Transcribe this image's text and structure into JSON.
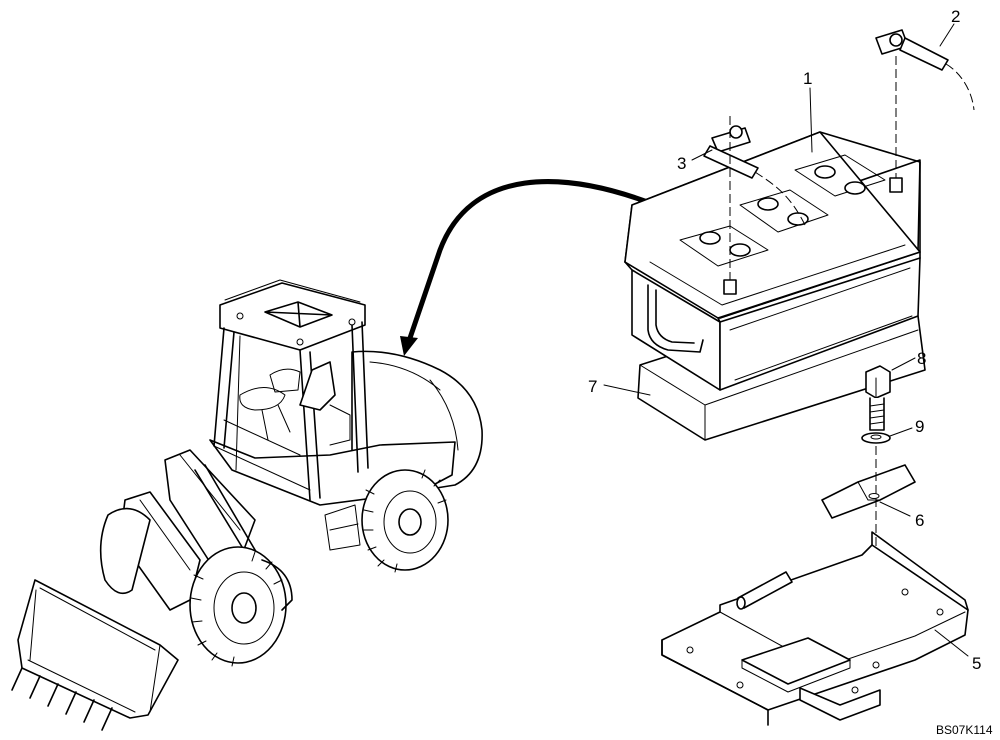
{
  "callouts": {
    "c1": "1",
    "c2": "2",
    "c3": "3",
    "c5": "5",
    "c6": "6",
    "c7": "7",
    "c8": "8",
    "c9": "9"
  },
  "drawing_ref": "BS07K114",
  "colors": {
    "ink": "#000000",
    "paper": "#ffffff"
  }
}
